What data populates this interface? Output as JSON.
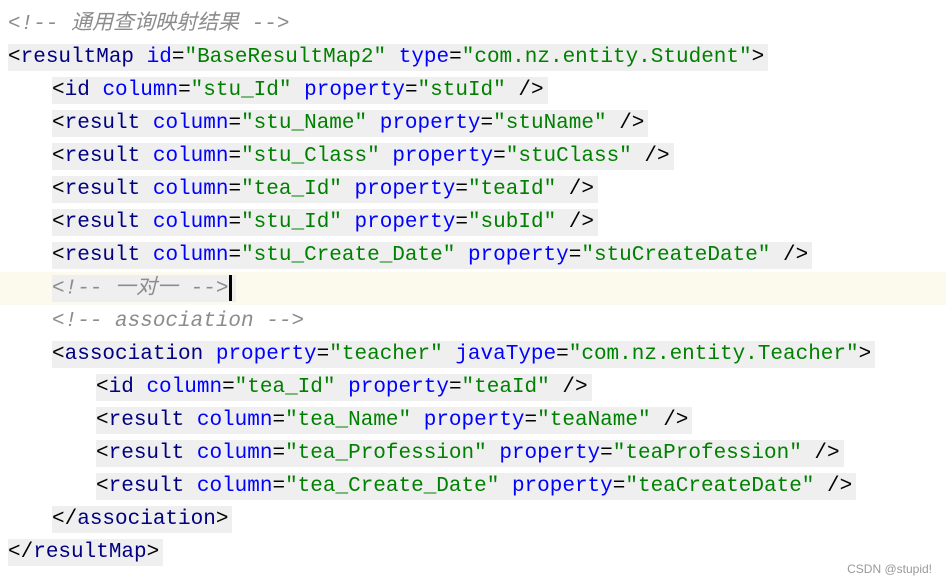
{
  "editor": {
    "lines": [
      {
        "indent": 0,
        "highlight": false,
        "current": false,
        "tokens": [
          {
            "c": "comment",
            "t": "<!-- 通用查询映射结果 -->"
          }
        ]
      },
      {
        "indent": 0,
        "highlight": true,
        "current": false,
        "tokens": [
          {
            "c": "bracket",
            "t": "<"
          },
          {
            "c": "tag",
            "t": "resultMap"
          },
          {
            "c": "sp",
            "t": " "
          },
          {
            "c": "attr",
            "t": "id"
          },
          {
            "c": "eq",
            "t": "="
          },
          {
            "c": "val",
            "t": "\"BaseResultMap2\""
          },
          {
            "c": "sp",
            "t": " "
          },
          {
            "c": "attr",
            "t": "type"
          },
          {
            "c": "eq",
            "t": "="
          },
          {
            "c": "val",
            "t": "\"com.nz.entity.Student\""
          },
          {
            "c": "bracket",
            "t": ">"
          }
        ]
      },
      {
        "indent": 1,
        "highlight": true,
        "current": false,
        "tokens": [
          {
            "c": "bracket",
            "t": "<"
          },
          {
            "c": "tag",
            "t": "id"
          },
          {
            "c": "sp",
            "t": " "
          },
          {
            "c": "attr",
            "t": "column"
          },
          {
            "c": "eq",
            "t": "="
          },
          {
            "c": "val",
            "t": "\"stu_Id\""
          },
          {
            "c": "sp",
            "t": " "
          },
          {
            "c": "attr",
            "t": "property"
          },
          {
            "c": "eq",
            "t": "="
          },
          {
            "c": "val",
            "t": "\"stuId\""
          },
          {
            "c": "sp",
            "t": " "
          },
          {
            "c": "bracket",
            "t": "/>"
          }
        ]
      },
      {
        "indent": 1,
        "highlight": true,
        "current": false,
        "tokens": [
          {
            "c": "bracket",
            "t": "<"
          },
          {
            "c": "tag",
            "t": "result"
          },
          {
            "c": "sp",
            "t": " "
          },
          {
            "c": "attr",
            "t": "column"
          },
          {
            "c": "eq",
            "t": "="
          },
          {
            "c": "val",
            "t": "\"stu_Name\""
          },
          {
            "c": "sp",
            "t": " "
          },
          {
            "c": "attr",
            "t": "property"
          },
          {
            "c": "eq",
            "t": "="
          },
          {
            "c": "val",
            "t": "\"stuName\""
          },
          {
            "c": "sp",
            "t": " "
          },
          {
            "c": "bracket",
            "t": "/>"
          }
        ]
      },
      {
        "indent": 1,
        "highlight": true,
        "current": false,
        "tokens": [
          {
            "c": "bracket",
            "t": "<"
          },
          {
            "c": "tag",
            "t": "result"
          },
          {
            "c": "sp",
            "t": " "
          },
          {
            "c": "attr",
            "t": "column"
          },
          {
            "c": "eq",
            "t": "="
          },
          {
            "c": "val",
            "t": "\"stu_Class\""
          },
          {
            "c": "sp",
            "t": " "
          },
          {
            "c": "attr",
            "t": "property"
          },
          {
            "c": "eq",
            "t": "="
          },
          {
            "c": "val",
            "t": "\"stuClass\""
          },
          {
            "c": "sp",
            "t": " "
          },
          {
            "c": "bracket",
            "t": "/>"
          }
        ]
      },
      {
        "indent": 1,
        "highlight": true,
        "current": false,
        "tokens": [
          {
            "c": "bracket",
            "t": "<"
          },
          {
            "c": "tag",
            "t": "result"
          },
          {
            "c": "sp",
            "t": " "
          },
          {
            "c": "attr",
            "t": "column"
          },
          {
            "c": "eq",
            "t": "="
          },
          {
            "c": "val",
            "t": "\"tea_Id\""
          },
          {
            "c": "sp",
            "t": " "
          },
          {
            "c": "attr",
            "t": "property"
          },
          {
            "c": "eq",
            "t": "="
          },
          {
            "c": "val",
            "t": "\"teaId\""
          },
          {
            "c": "sp",
            "t": " "
          },
          {
            "c": "bracket",
            "t": "/>"
          }
        ]
      },
      {
        "indent": 1,
        "highlight": true,
        "current": false,
        "tokens": [
          {
            "c": "bracket",
            "t": "<"
          },
          {
            "c": "tag",
            "t": "result"
          },
          {
            "c": "sp",
            "t": " "
          },
          {
            "c": "attr",
            "t": "column"
          },
          {
            "c": "eq",
            "t": "="
          },
          {
            "c": "val",
            "t": "\"stu_Id\""
          },
          {
            "c": "sp",
            "t": " "
          },
          {
            "c": "attr",
            "t": "property"
          },
          {
            "c": "eq",
            "t": "="
          },
          {
            "c": "val",
            "t": "\"subId\""
          },
          {
            "c": "sp",
            "t": " "
          },
          {
            "c": "bracket",
            "t": "/>"
          }
        ]
      },
      {
        "indent": 1,
        "highlight": true,
        "current": false,
        "tokens": [
          {
            "c": "bracket",
            "t": "<"
          },
          {
            "c": "tag",
            "t": "result"
          },
          {
            "c": "sp",
            "t": " "
          },
          {
            "c": "attr",
            "t": "column"
          },
          {
            "c": "eq",
            "t": "="
          },
          {
            "c": "val",
            "t": "\"stu_Create_Date\""
          },
          {
            "c": "sp",
            "t": " "
          },
          {
            "c": "attr",
            "t": "property"
          },
          {
            "c": "eq",
            "t": "="
          },
          {
            "c": "val",
            "t": "\"stuCreateDate\""
          },
          {
            "c": "sp",
            "t": " "
          },
          {
            "c": "bracket",
            "t": "/>"
          }
        ]
      },
      {
        "indent": 1,
        "highlight": true,
        "current": true,
        "caret": true,
        "tokens": [
          {
            "c": "comment",
            "t": "<!-- 一对一 -->"
          }
        ]
      },
      {
        "indent": 1,
        "highlight": false,
        "current": false,
        "tokens": [
          {
            "c": "comment",
            "t": "<!-- association -->"
          }
        ]
      },
      {
        "indent": 1,
        "highlight": true,
        "current": false,
        "tokens": [
          {
            "c": "bracket",
            "t": "<"
          },
          {
            "c": "tag",
            "t": "association"
          },
          {
            "c": "sp",
            "t": " "
          },
          {
            "c": "attr",
            "t": "property"
          },
          {
            "c": "eq",
            "t": "="
          },
          {
            "c": "val",
            "t": "\"teacher\""
          },
          {
            "c": "sp",
            "t": " "
          },
          {
            "c": "attr",
            "t": "javaType"
          },
          {
            "c": "eq",
            "t": "="
          },
          {
            "c": "val",
            "t": "\"com.nz.entity.Teacher\""
          },
          {
            "c": "bracket",
            "t": ">"
          }
        ]
      },
      {
        "indent": 2,
        "highlight": true,
        "current": false,
        "tokens": [
          {
            "c": "bracket",
            "t": "<"
          },
          {
            "c": "tag",
            "t": "id"
          },
          {
            "c": "sp",
            "t": " "
          },
          {
            "c": "attr",
            "t": "column"
          },
          {
            "c": "eq",
            "t": "="
          },
          {
            "c": "val",
            "t": "\"tea_Id\""
          },
          {
            "c": "sp",
            "t": " "
          },
          {
            "c": "attr",
            "t": "property"
          },
          {
            "c": "eq",
            "t": "="
          },
          {
            "c": "val",
            "t": "\"teaId\""
          },
          {
            "c": "sp",
            "t": " "
          },
          {
            "c": "bracket",
            "t": "/>"
          }
        ]
      },
      {
        "indent": 2,
        "highlight": true,
        "current": false,
        "tokens": [
          {
            "c": "bracket",
            "t": "<"
          },
          {
            "c": "tag",
            "t": "result"
          },
          {
            "c": "sp",
            "t": " "
          },
          {
            "c": "attr",
            "t": "column"
          },
          {
            "c": "eq",
            "t": "="
          },
          {
            "c": "val",
            "t": "\"tea_Name\""
          },
          {
            "c": "sp",
            "t": " "
          },
          {
            "c": "attr",
            "t": "property"
          },
          {
            "c": "eq",
            "t": "="
          },
          {
            "c": "val",
            "t": "\"teaName\""
          },
          {
            "c": "sp",
            "t": " "
          },
          {
            "c": "bracket",
            "t": "/>"
          }
        ]
      },
      {
        "indent": 2,
        "highlight": true,
        "current": false,
        "tokens": [
          {
            "c": "bracket",
            "t": "<"
          },
          {
            "c": "tag",
            "t": "result"
          },
          {
            "c": "sp",
            "t": " "
          },
          {
            "c": "attr",
            "t": "column"
          },
          {
            "c": "eq",
            "t": "="
          },
          {
            "c": "val",
            "t": "\"tea_Profession\""
          },
          {
            "c": "sp",
            "t": " "
          },
          {
            "c": "attr",
            "t": "property"
          },
          {
            "c": "eq",
            "t": "="
          },
          {
            "c": "val",
            "t": "\"teaProfession\""
          },
          {
            "c": "sp",
            "t": " "
          },
          {
            "c": "bracket",
            "t": "/>"
          }
        ]
      },
      {
        "indent": 2,
        "highlight": true,
        "current": false,
        "tokens": [
          {
            "c": "bracket",
            "t": "<"
          },
          {
            "c": "tag",
            "t": "result"
          },
          {
            "c": "sp",
            "t": " "
          },
          {
            "c": "attr",
            "t": "column"
          },
          {
            "c": "eq",
            "t": "="
          },
          {
            "c": "val",
            "t": "\"tea_Create_Date\""
          },
          {
            "c": "sp",
            "t": " "
          },
          {
            "c": "attr",
            "t": "property"
          },
          {
            "c": "eq",
            "t": "="
          },
          {
            "c": "val",
            "t": "\"teaCreateDate\""
          },
          {
            "c": "sp",
            "t": " "
          },
          {
            "c": "bracket",
            "t": "/>"
          }
        ]
      },
      {
        "indent": 1,
        "highlight": true,
        "current": false,
        "tokens": [
          {
            "c": "bracket",
            "t": "</"
          },
          {
            "c": "tag",
            "t": "association"
          },
          {
            "c": "bracket",
            "t": ">"
          }
        ]
      },
      {
        "indent": 0,
        "highlight": true,
        "current": false,
        "tokens": [
          {
            "c": "bracket",
            "t": "</"
          },
          {
            "c": "tag",
            "t": "resultMap"
          },
          {
            "c": "bracket",
            "t": ">"
          }
        ]
      }
    ]
  },
  "watermark": "CSDN @stupid!",
  "colors": {
    "tag": "#000080",
    "attribute": "#0000ff",
    "value": "#008000",
    "comment": "#8c8c8c",
    "highlight_bg": "#efefef",
    "current_line_bg": "#fcfaed"
  }
}
